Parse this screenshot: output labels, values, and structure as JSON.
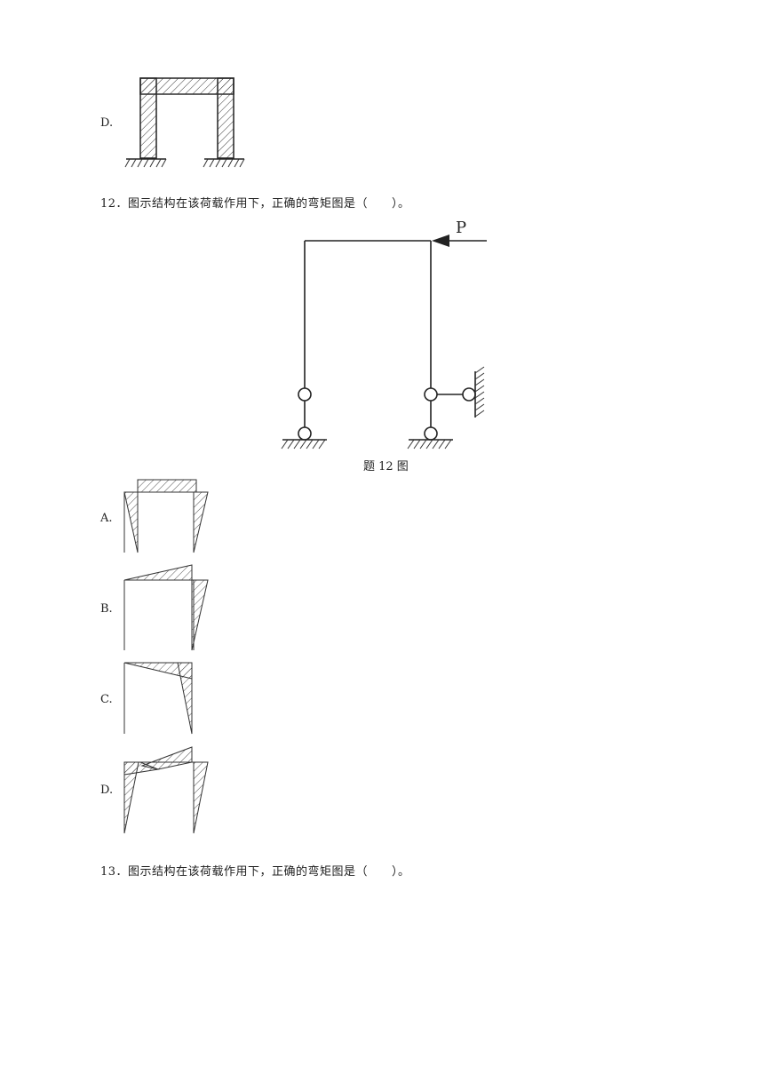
{
  "prev_option_d": {
    "label": "D."
  },
  "q12": {
    "text": "12．图示结构在该荷载作用下，正确的弯矩图是（　　）。",
    "load_label": "P",
    "caption": "题 12 图",
    "options": [
      {
        "label": "A."
      },
      {
        "label": "B."
      },
      {
        "label": "C."
      },
      {
        "label": "D."
      }
    ]
  },
  "q13": {
    "text": "13．图示结构在该荷载作用下，正确的弯矩图是（　　）。"
  }
}
